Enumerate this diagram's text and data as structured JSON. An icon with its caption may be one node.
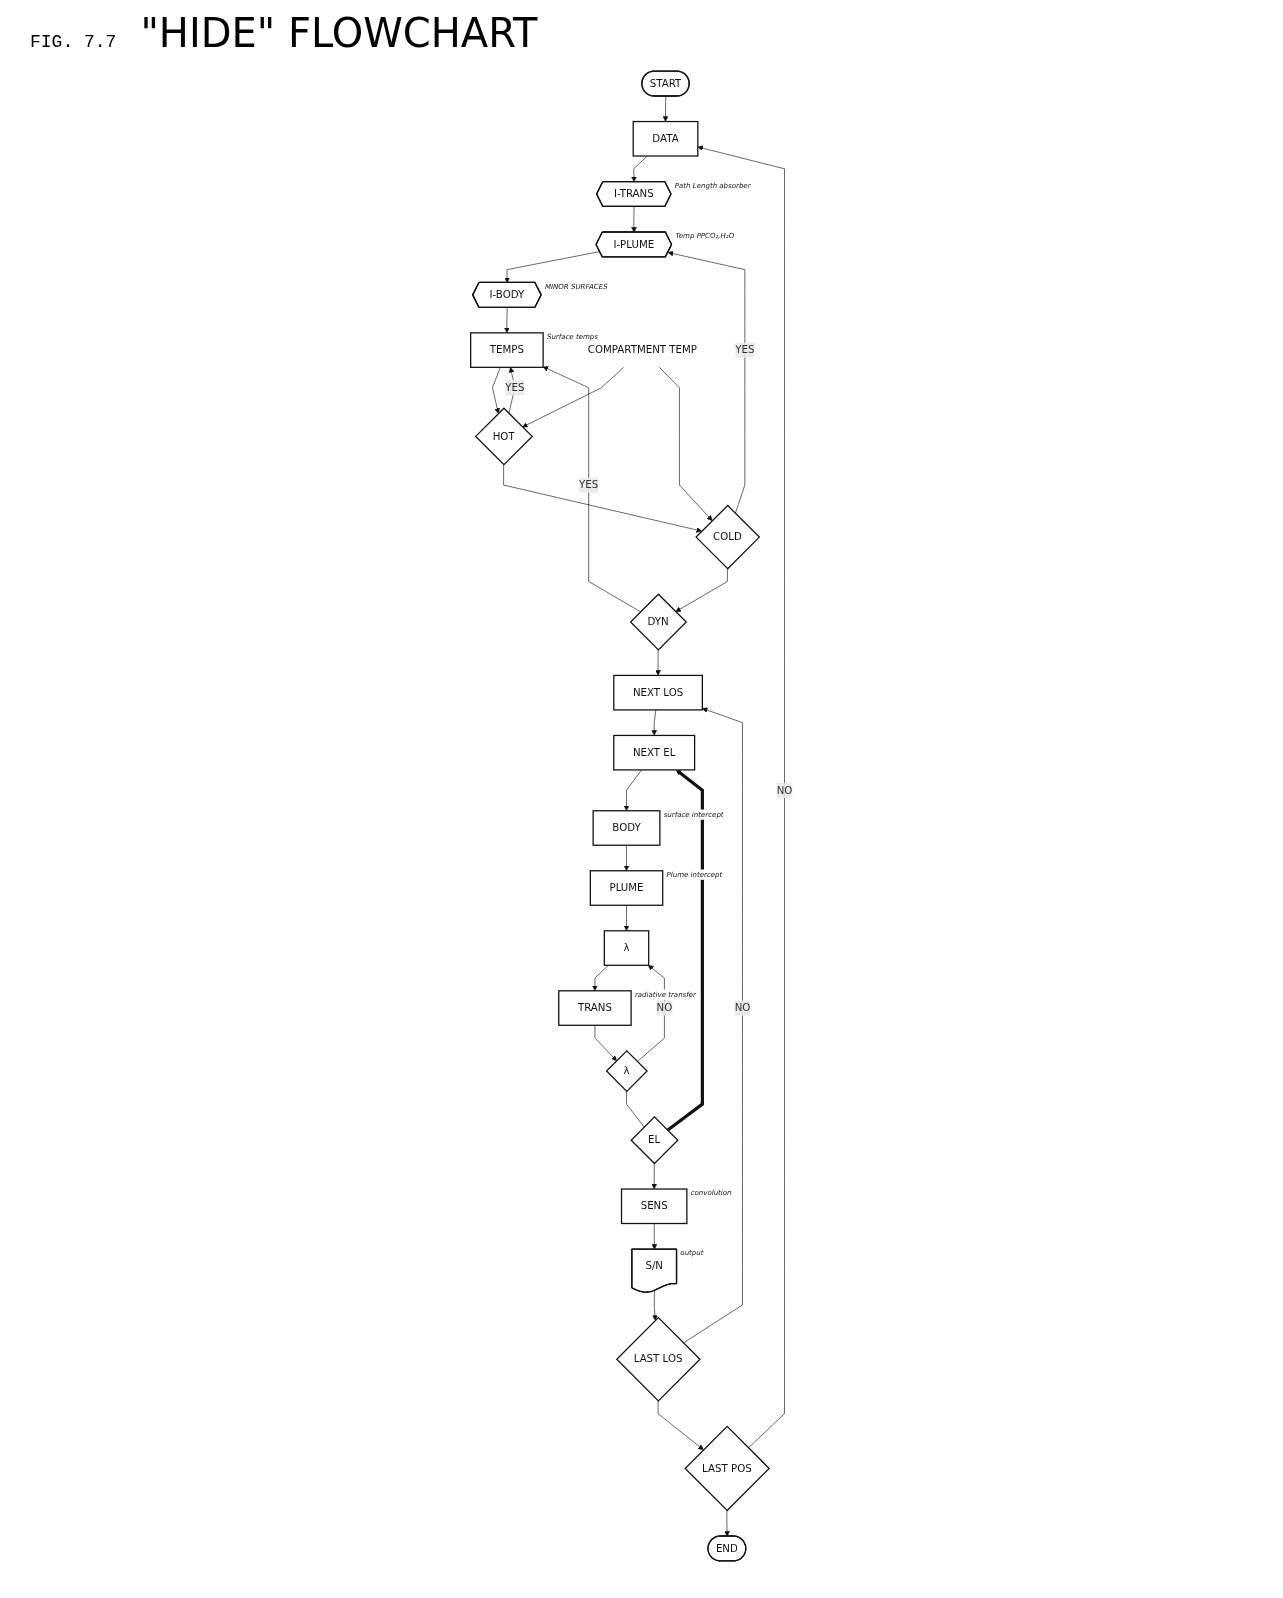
{
  "diagram": {
    "title": "\"HIDE\" FLOWCHART",
    "nodes": [
      {
        "text": [
          "START"
        ]
      },
      {
        "text": [
          "DATA"
        ]
      },
      {
        "text": [
          "I-TRANS"
        ],
        "beside": [
          "Path Length absorber"
        ]
      },
      {
        "text": [
          "I-PLUME"
        ],
        "beside": [
          "Temp PPCO₂,H₂O"
        ]
      },
      {
        "text": [
          "I-BODY"
        ],
        "beside": [
          "MINOR SURFACES"
        ]
      },
      {
        "text": [
          "TEMPS"
        ],
        "beside": [
          "Surface temps"
        ]
      },
      {
        "text": [
          "HOT"
        ]
      },
      {
        "text": [
          "COLD"
        ]
      },
      {
        "text": [
          "DYN"
        ]
      },
      {
        "text": [
          "NEXT LOS"
        ]
      },
      {
        "text": [
          "NEXT EL"
        ]
      },
      {
        "text": [
          "BODY"
        ],
        "beside": [
          "surface intercept"
        ]
      },
      {
        "text": [
          "PLUME"
        ],
        "beside": [
          "Plume intercept"
        ]
      },
      {
        "text": [
          "λ"
        ]
      },
      {
        "text": [
          "TRANS"
        ],
        "beside": [
          "radiative transfer"
        ]
      },
      {
        "text": [
          "λ"
        ]
      },
      {
        "text": [
          "EL"
        ]
      },
      {
        "text": [
          "SENS"
        ],
        "beside": [
          "convolution"
        ]
      },
      {
        "text": [
          "S/N"
        ],
        "beside": [
          "output"
        ]
      },
      {
        "text": [
          "LAST LOS"
        ]
      },
      {
        "text": [
          "LAST POS"
        ]
      },
      {
        "text": [
          "END"
        ]
      },
      {
        "text": [
          "COMPARTMENT TEMP"
        ]
      }
    ],
    "edges": [
      {
        "from": 0,
        "to": 1,
        "arrow": "to"
      },
      {
        "from": 1,
        "to": 2,
        "arrow": "to"
      },
      {
        "from": 2,
        "to": 3,
        "arrow": "to"
      },
      {
        "from": 3,
        "to": 4,
        "arrow": "to"
      },
      {
        "from": 4,
        "to": 5,
        "arrow": "to"
      },
      {
        "from": 5,
        "to": 6,
        "arrow": "to"
      },
      {
        "from": 6,
        "to": 5,
        "arrow": "to",
        "label": "YES"
      },
      {
        "from": 6,
        "to": 7,
        "arrow": "to"
      },
      {
        "from": 7,
        "to": 3,
        "arrow": "to",
        "label": "YES"
      },
      {
        "from": 7,
        "to": 8,
        "arrow": "to"
      },
      {
        "from": 8,
        "to": 5,
        "arrow": "to",
        "label": "YES"
      },
      {
        "from": 8,
        "to": 9,
        "arrow": "to"
      },
      {
        "from": 9,
        "to": 10,
        "arrow": "to"
      },
      {
        "from": 10,
        "to": 11,
        "arrow": "to"
      },
      {
        "from": 11,
        "to": 12,
        "arrow": "to"
      },
      {
        "from": 12,
        "to": 13,
        "arrow": "to"
      },
      {
        "from": 13,
        "to": 14,
        "arrow": "to"
      },
      {
        "from": 14,
        "to": 15,
        "arrow": "to"
      },
      {
        "from": 15,
        "to": 13,
        "arrow": "to",
        "label": "NO"
      },
      {
        "from": 15,
        "to": 16,
        "arrow": "none"
      },
      {
        "from": 16,
        "to": 10,
        "arrow": "to",
        "style": "thick"
      },
      {
        "from": 16,
        "to": 17,
        "arrow": "to"
      },
      {
        "from": 17,
        "to": 18,
        "arrow": "to"
      },
      {
        "from": 18,
        "to": 19,
        "arrow": "to"
      },
      {
        "from": 19,
        "to": 9,
        "arrow": "to",
        "label": "NO"
      },
      {
        "from": 19,
        "to": 20,
        "arrow": "to"
      },
      {
        "from": 20,
        "to": 1,
        "arrow": "to",
        "label": "NO"
      },
      {
        "from": 20,
        "to": 21,
        "arrow": "to"
      },
      {
        "from": 22,
        "to": 6,
        "arrow": "to"
      },
      {
        "from": 22,
        "to": 7,
        "arrow": "to"
      }
    ],
    "labels": [
      "FIG. 7.7"
    ]
  }
}
